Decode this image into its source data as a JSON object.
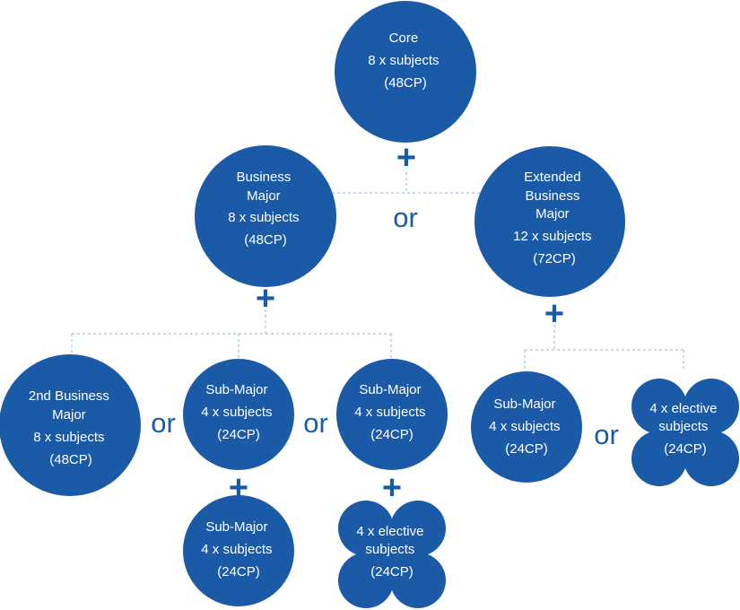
{
  "colors": {
    "node_fill": "#1a5aa6",
    "node_text": "#ffffff",
    "operator": "#1a5aa6",
    "connector": "#8fb2d6"
  },
  "nodes": {
    "core": [
      "Core",
      "8 x subjects",
      "(48CP)"
    ],
    "business_major": [
      "Business",
      "Major",
      "8 x subjects",
      "(48CP)"
    ],
    "extended_business_major": [
      "Extended",
      "Business",
      "Major",
      "12 x subjects",
      "(72CP)"
    ],
    "second_business_major": [
      "2nd Business",
      "Major",
      "8 x subjects",
      "(48CP)"
    ],
    "sub_major_a": [
      "Sub-Major",
      "4 x subjects",
      "(24CP)"
    ],
    "sub_major_b": [
      "Sub-Major",
      "4 x subjects",
      "(24CP)"
    ],
    "sub_major_c": [
      "Sub-Major",
      "4 x subjects",
      "(24CP)"
    ],
    "sub_major_d": [
      "Sub-Major",
      "4 x subjects",
      "(24CP)"
    ],
    "electives_a": [
      "4 x elective",
      "subjects",
      "(24CP)"
    ],
    "electives_b": [
      "4 x elective",
      "subjects",
      "(24CP)"
    ]
  },
  "operators": {
    "plus": "+",
    "or": "or"
  }
}
